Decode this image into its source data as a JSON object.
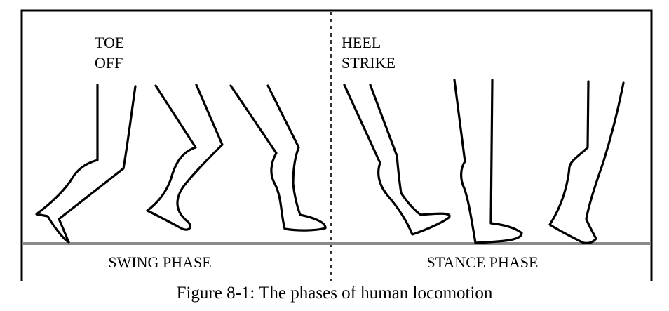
{
  "labels": {
    "toe_off": [
      "TOE",
      "OFF"
    ],
    "heel_strike": [
      "HEEL",
      "STRIKE"
    ],
    "swing_phase": "SWING PHASE",
    "stance_phase": "STANCE PHASE"
  },
  "caption": "Figure 8-1: The phases of human locomotion",
  "legs": {
    "swing": [
      "toe-off",
      "early-swing",
      "late-swing"
    ],
    "stance": [
      "heel-strike",
      "mid-stance",
      "terminal-stance"
    ]
  },
  "colors": {
    "outline": "#000000",
    "ground": "#8a8a8a",
    "background": "#ffffff"
  }
}
